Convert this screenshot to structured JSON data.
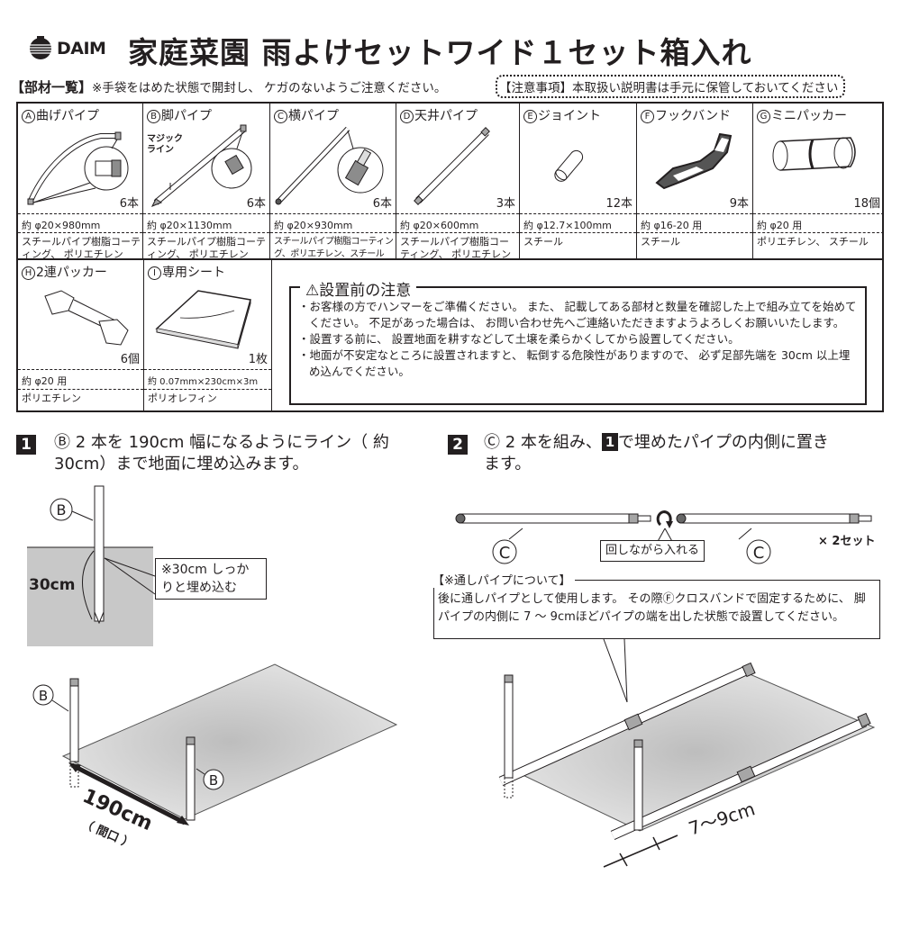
{
  "header": {
    "logo_text": "DAIM",
    "title": "家庭菜園 雨よけセットワイド１セット箱入れ",
    "parts_list_label": "【部材一覧】",
    "parts_list_note": "※手袋をはめた状態で開封し、 ケガのないようご注意ください。",
    "notice": "【注意事項】本取扱い説明書は手元に保管しておいてください"
  },
  "parts": [
    {
      "letter": "A",
      "name": "曲げパイプ",
      "qty": "6本",
      "size": "約 φ20×980mm",
      "material": "スチールパイプ樹脂コーティング、 ポリエチレン",
      "icon": "bent-pipe"
    },
    {
      "letter": "B",
      "name": "脚パイプ",
      "qty": "6本",
      "size": "約 φ20×1130mm",
      "material": "スチールパイプ樹脂コーティング、 ポリエチレン",
      "icon": "leg-pipe",
      "annotation": "マジック\nライン"
    },
    {
      "letter": "C",
      "name": "横パイプ",
      "qty": "6本",
      "size": "約 φ20×930mm",
      "material": "スチールパイプ樹脂コーティング、ポリエチレン、スチール",
      "icon": "horizontal-pipe"
    },
    {
      "letter": "D",
      "name": "天井パイプ",
      "qty": "3本",
      "size": "約 φ20×600mm",
      "material": "スチールパイプ樹脂コーティング、 ポリエチレン",
      "icon": "ceiling-pipe"
    },
    {
      "letter": "E",
      "name": "ジョイント",
      "qty": "12本",
      "size": "約 φ12.7×100mm",
      "material": "スチール",
      "icon": "joint"
    },
    {
      "letter": "F",
      "name": "フックバンド",
      "qty": "9本",
      "size": "約 φ16-20 用",
      "material": "スチール",
      "icon": "hook-band"
    },
    {
      "letter": "G",
      "name": "ミニパッカー",
      "qty": "18個",
      "size": "約 φ20 用",
      "material": "ポリエチレン、 スチール",
      "icon": "mini-packer"
    },
    {
      "letter": "H",
      "name": "2連パッカー",
      "qty": "6個",
      "size": "約 φ20 用",
      "material": "ポリエチレン",
      "icon": "double-packer"
    },
    {
      "letter": "I",
      "name": "専用シート",
      "qty": "1枚",
      "size": "約 0.07mm×230cm×3m",
      "material": "ポリオレフィン",
      "icon": "sheet"
    }
  ],
  "caution": {
    "title": "設置前の注意",
    "items": [
      "お客様の方でハンマーをご準備ください。 また、 記載してある部材と数量を確認した上で組み立てを始めてください。 不足があった場合は、 お問い合わせ先へご連絡いただきますようよろしくお願いいたします。",
      "設置する前に、 設置地面を耕すなどして土壌を柔らかくしてから設置してください。",
      "地面が不安定なところに設置されますと、 転倒する危険性がありますので、 必ず足部先端を 30cm 以上埋め込んでください。"
    ]
  },
  "step1": {
    "number": "1",
    "text_line1": "Ⓑ 2 本を 190cm 幅になるようにライン（ 約",
    "text_line2": "30cm）まで地面に埋め込みます。",
    "label_b": "B",
    "depth_label": "30cm",
    "callout": "※30cm しっかりと埋め込む",
    "width_label": "190cm",
    "width_sub": "（ 間口 ）"
  },
  "step2": {
    "number": "2",
    "ref_number": "1",
    "text_pre": "Ⓒ 2 本を組み、",
    "text_post": "で埋めたパイプの内側に置き",
    "text_line2": "ます。",
    "label_c": "C",
    "rotate_label": "回しながら入れる",
    "sets_label": "× 2セット",
    "note_title": "【※通しパイプについて】",
    "note_body": "後に通しパイプとして使用します。 その際Ⓕクロスバンドで固定するために、 脚パイプの内側に 7 ～ 9cmほどパイプの端を出した状態で設置してください。",
    "offset_label": "7～9cm"
  },
  "colors": {
    "ink": "#231f20",
    "ground": "#c8c8c8",
    "pipe_cap": "#a6a6a6"
  }
}
